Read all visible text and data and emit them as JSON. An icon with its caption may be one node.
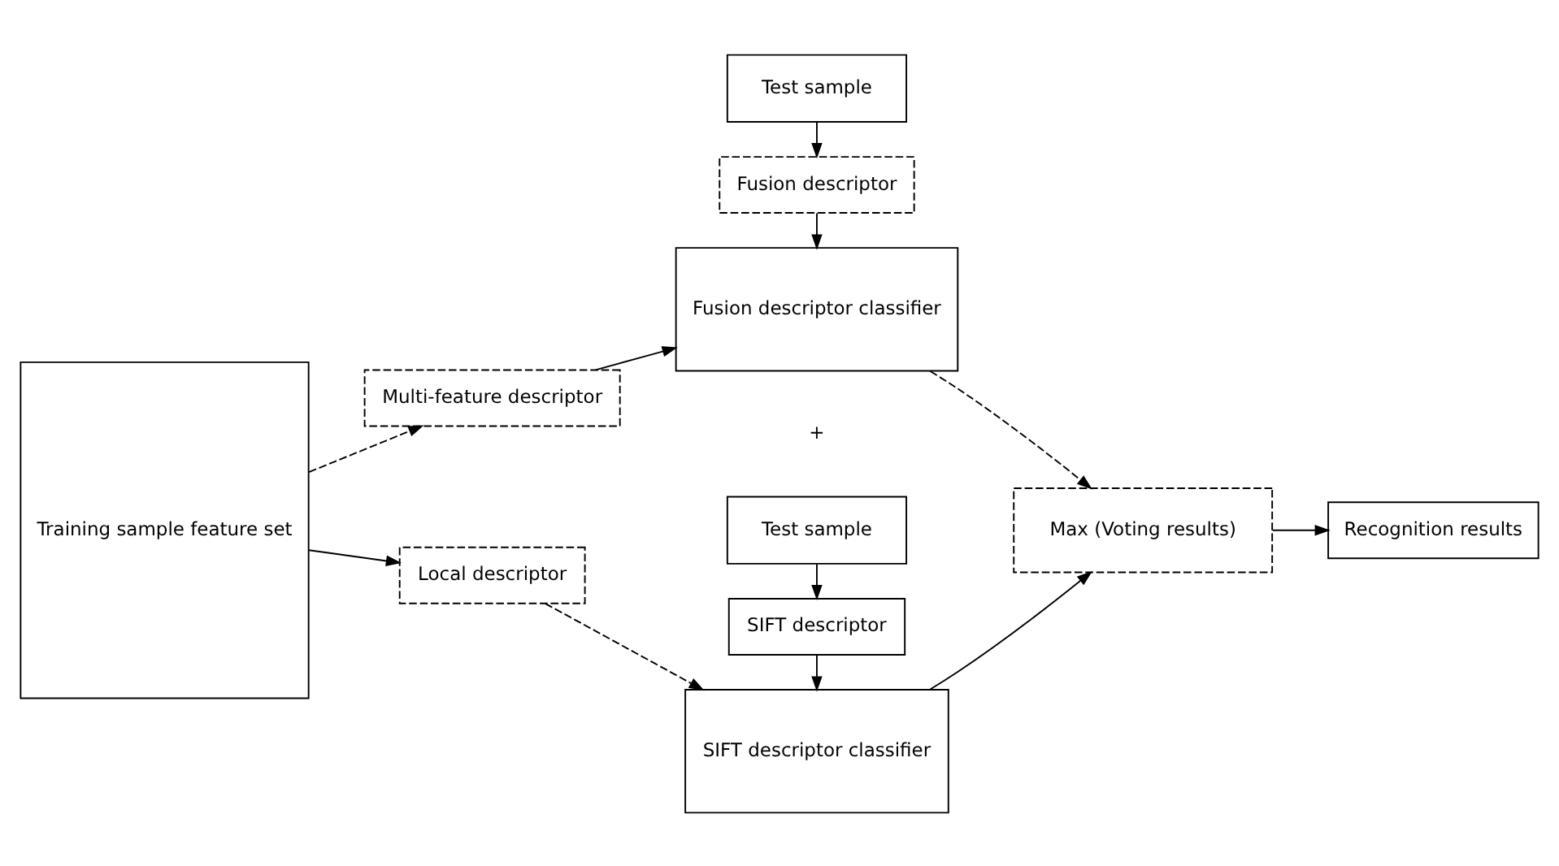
{
  "diagram": {
    "nodes": [
      {
        "text": [
          "Test sample"
        ]
      },
      {
        "text": [
          "Fusion descriptor"
        ]
      },
      {
        "text": [
          "Training sample feature set"
        ]
      },
      {
        "text": [
          "Multi-feature descriptor"
        ]
      },
      {
        "text": [
          "Fusion descriptor classifier"
        ]
      },
      {
        "text": [
          "Local descriptor"
        ]
      },
      {
        "text": [
          "SIFT descriptor classifier"
        ]
      },
      {
        "text": [
          "Max (Voting results)"
        ]
      },
      {
        "text": [
          "Recognition results"
        ]
      },
      {
        "text": [
          "SIFT descriptor"
        ]
      },
      {
        "text": [
          "Test sample"
        ]
      }
    ],
    "edges": [
      {
        "from": 0,
        "to": 1,
        "arrow": "to"
      },
      {
        "from": 1,
        "to": 4,
        "arrow": "to"
      },
      {
        "from": 2,
        "to": 3,
        "arrow": "to",
        "style": "dashed"
      },
      {
        "from": 2,
        "to": 5,
        "arrow": "to"
      },
      {
        "from": 3,
        "to": 4,
        "arrow": "to"
      },
      {
        "from": 5,
        "to": 6,
        "arrow": "to",
        "style": "dashed"
      },
      {
        "from": 4,
        "to": 7,
        "arrow": "to",
        "style": "dashed"
      },
      {
        "from": 6,
        "to": 7,
        "arrow": "to"
      },
      {
        "from": 7,
        "to": 8,
        "arrow": "to"
      },
      {
        "from": 9,
        "to": 6,
        "arrow": "to"
      },
      {
        "from": 10,
        "to": 9,
        "arrow": "to"
      }
    ],
    "labels": [
      "+"
    ]
  }
}
